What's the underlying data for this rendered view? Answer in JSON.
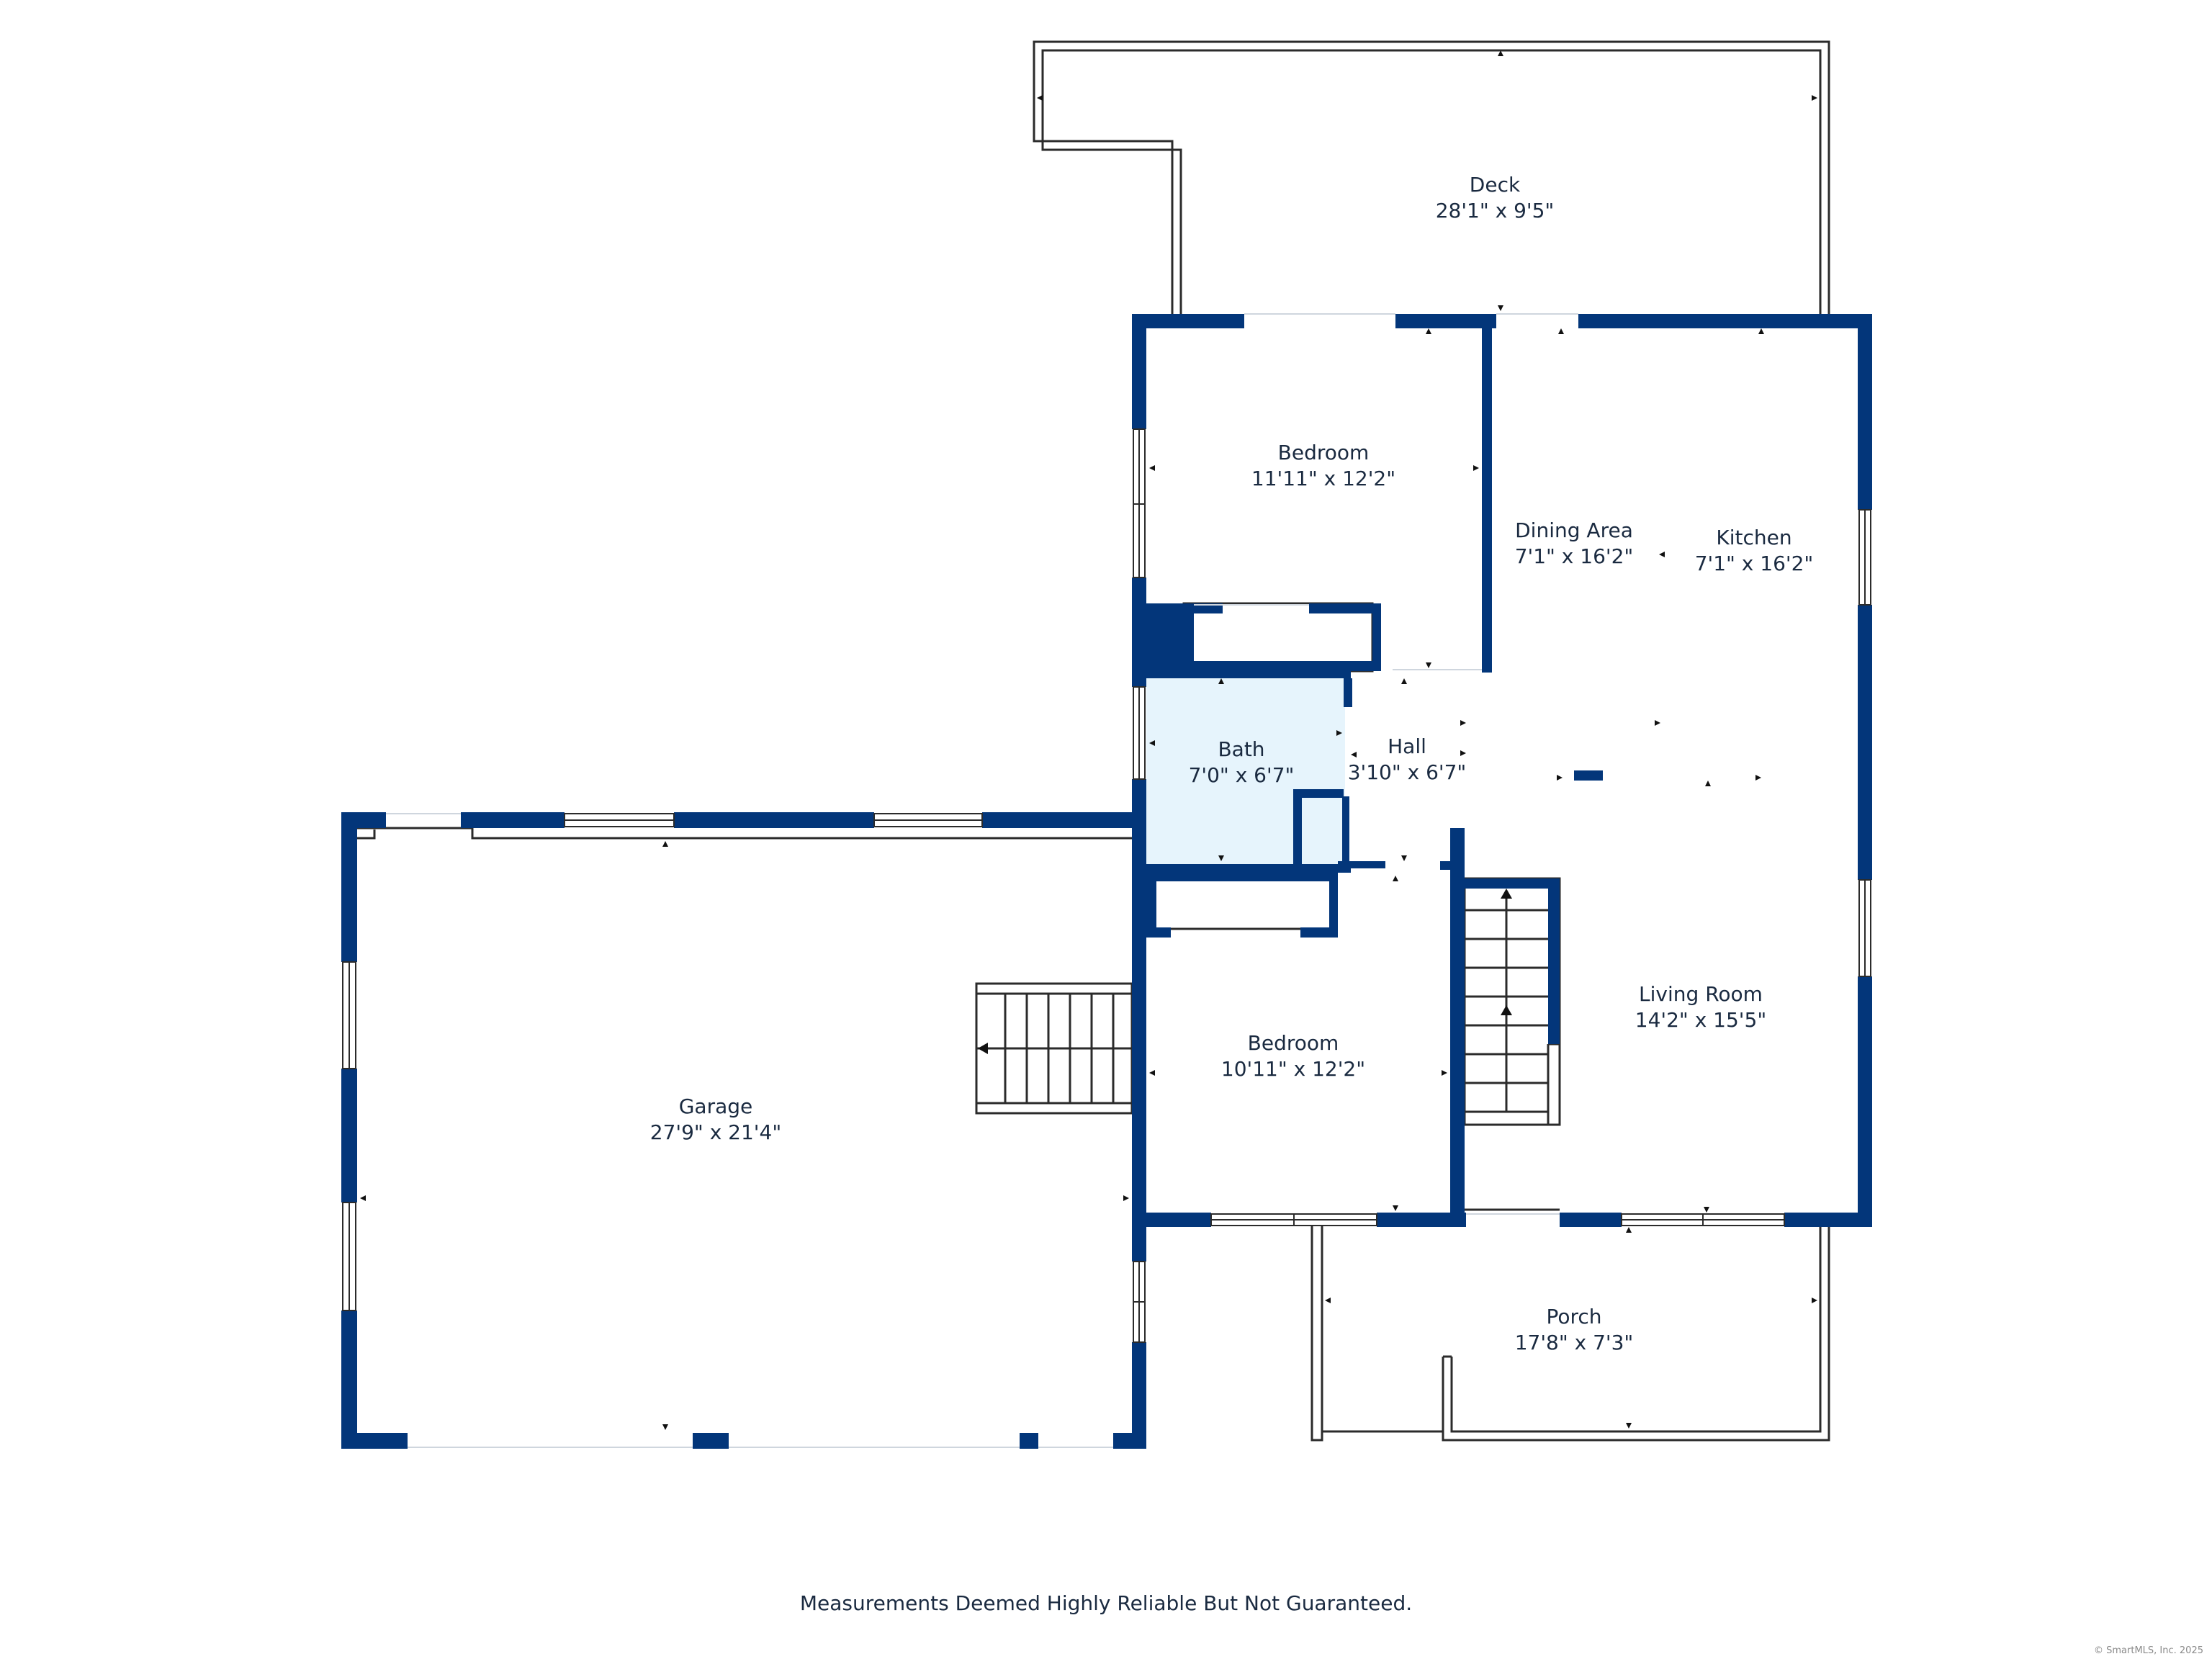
{
  "colors": {
    "wall": "#03367a",
    "outline": "#2b2b2b",
    "bath_fill": "#e6f4fc",
    "window": "#ffffff",
    "text": "#1a2a40"
  },
  "rooms": {
    "deck": {
      "name": "Deck",
      "dims": "28'1\" x 9'5\""
    },
    "bedroom1": {
      "name": "Bedroom",
      "dims": "11'11\" x 12'2\""
    },
    "dining": {
      "name": "Dining Area",
      "dims": "7'1\" x 16'2\""
    },
    "kitchen": {
      "name": "Kitchen",
      "dims": "7'1\" x 16'2\""
    },
    "bath": {
      "name": "Bath",
      "dims": "7'0\" x 6'7\""
    },
    "hall": {
      "name": "Hall",
      "dims": "3'10\" x 6'7\""
    },
    "garage": {
      "name": "Garage",
      "dims": "27'9\" x 21'4\""
    },
    "bedroom2": {
      "name": "Bedroom",
      "dims": "10'11\" x 12'2\""
    },
    "living": {
      "name": "Living Room",
      "dims": "14'2\" x 15'5\""
    },
    "porch": {
      "name": "Porch",
      "dims": "17'8\" x 7'3\""
    }
  },
  "footer": {
    "disclaimer": "Measurements Deemed Highly Reliable But Not Guaranteed.",
    "copyright": "© SmartMLS, Inc. 2025"
  },
  "icons": {
    "stairs": "stairs-icon",
    "door_arrow": "door-arrow-icon"
  }
}
